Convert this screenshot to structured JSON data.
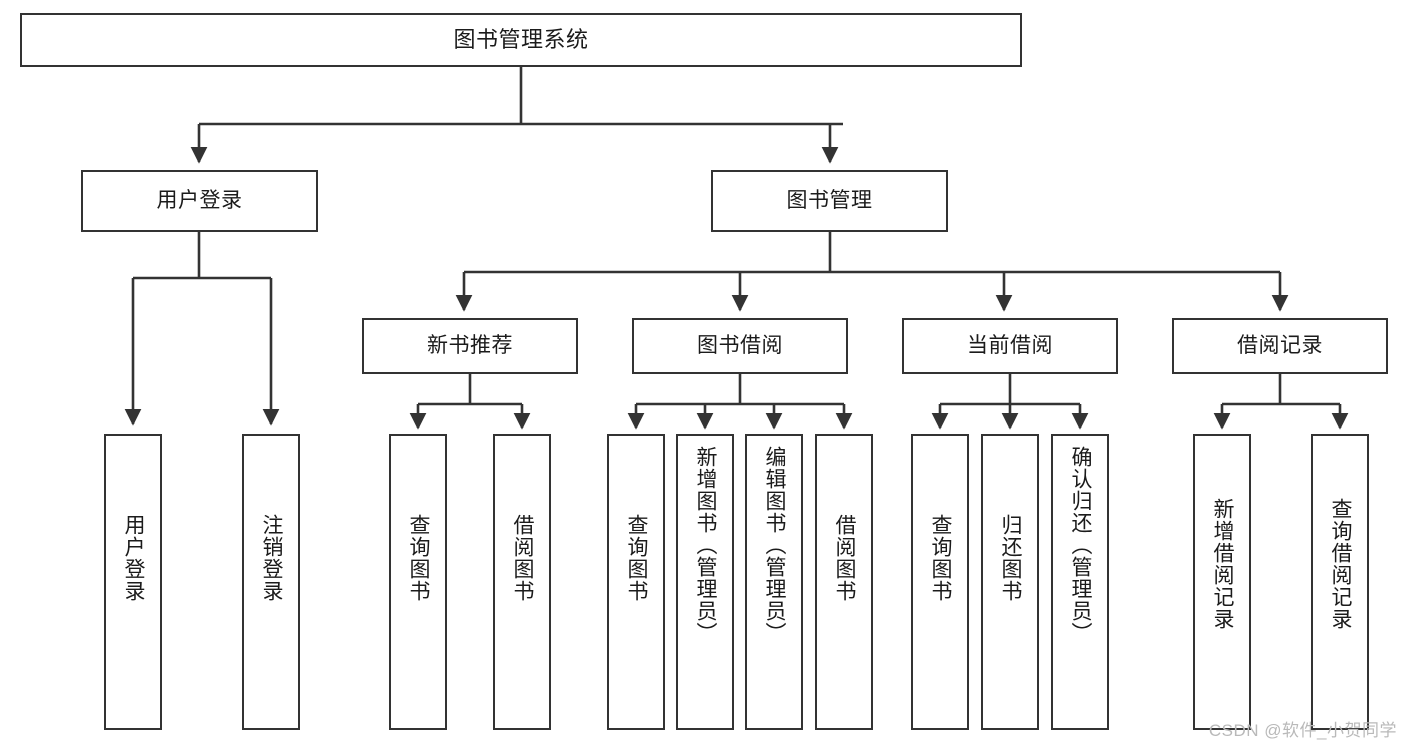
{
  "diagram": {
    "title": "图书管理系统",
    "type": "hierarchy-tree",
    "root": {
      "id": "root",
      "label": "图书管理系统"
    },
    "level2": [
      {
        "id": "user-login",
        "label": "用户登录"
      },
      {
        "id": "book-manage",
        "label": "图书管理"
      }
    ],
    "level3": [
      {
        "id": "new-book-recommend",
        "label": "新书推荐"
      },
      {
        "id": "book-borrow",
        "label": "图书借阅"
      },
      {
        "id": "current-borrow",
        "label": "当前借阅"
      },
      {
        "id": "borrow-record",
        "label": "借阅记录"
      }
    ],
    "leaves": {
      "user_login": [
        {
          "id": "leaf-user-login",
          "label": "用户登录"
        },
        {
          "id": "leaf-logout-login",
          "label": "注销登录"
        }
      ],
      "new_book_recommend": [
        {
          "id": "leaf-query-book-1",
          "label": "查询图书"
        },
        {
          "id": "leaf-borrow-book-1",
          "label": "借阅图书"
        }
      ],
      "book_borrow": [
        {
          "id": "leaf-query-book-2",
          "label": "查询图书"
        },
        {
          "id": "leaf-add-book",
          "label": "新增图书（管理员）"
        },
        {
          "id": "leaf-edit-book",
          "label": "编辑图书（管理员）"
        },
        {
          "id": "leaf-borrow-book-2",
          "label": "借阅图书"
        }
      ],
      "current_borrow": [
        {
          "id": "leaf-query-book-3",
          "label": "查询图书"
        },
        {
          "id": "leaf-return-book",
          "label": "归还图书"
        },
        {
          "id": "leaf-confirm-return",
          "label": "确认归还（管理员）"
        }
      ],
      "borrow_record": [
        {
          "id": "leaf-add-record",
          "label": "新增借阅记录"
        },
        {
          "id": "leaf-query-record",
          "label": "查询借阅记录"
        }
      ]
    }
  },
  "watermark": {
    "text": "CSDN @软件_小贺同学"
  },
  "colors": {
    "background": "#ffffff",
    "node_border": "#333333",
    "node_fill": "#ffffff",
    "text": "#1b1b1b",
    "edge": "#333333",
    "watermark": "#b9b9b9"
  }
}
